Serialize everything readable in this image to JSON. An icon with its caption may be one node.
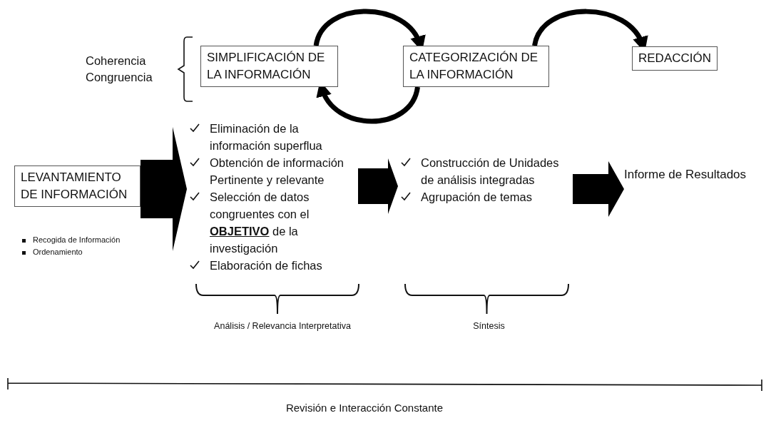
{
  "diagram": {
    "nodes": [
      {
        "text": [
          "SIMPLIFICACIÓN DE LA INFORMACIÓN"
        ]
      },
      {
        "text": [
          "CATEGORIZACIÓN DE LA INFORMACIÓN"
        ]
      },
      {
        "text": [
          "REDACCIÓN"
        ]
      },
      {
        "text": [
          "LEVANTAMIENTO DE INFORMACIÓN"
        ]
      },
      {
        "text": [
          "Eliminación de la información superflua",
          "Obtención de información Pertinente y relevante",
          "Selección de datos congruentes con el **OBJETIVO** de la investigación",
          "Elaboración de fichas"
        ]
      },
      {
        "text": [
          "Construcción de Unidades de análisis integradas",
          "Agrupación de temas"
        ]
      },
      {
        "text": [
          "Informe de Resultados"
        ]
      }
    ],
    "edges": [
      {
        "from": 0,
        "to": 1,
        "arrow": "to"
      },
      {
        "from": 1,
        "to": 0,
        "arrow": "to"
      },
      {
        "from": 1,
        "to": 2,
        "arrow": "to"
      },
      {
        "from": 3,
        "to": 4,
        "arrow": "to",
        "style": "thick"
      },
      {
        "from": 4,
        "to": 5,
        "arrow": "to",
        "style": "thick"
      },
      {
        "from": 5,
        "to": 6,
        "arrow": "to",
        "style": "thick"
      }
    ],
    "labels": [
      "Coherencia",
      "Congruencia",
      "Recogida de Información",
      "Ordenamiento",
      "Análisis / Relevancia Interpretativa",
      "Síntesis",
      "Revisión e Interacción Constante"
    ]
  }
}
